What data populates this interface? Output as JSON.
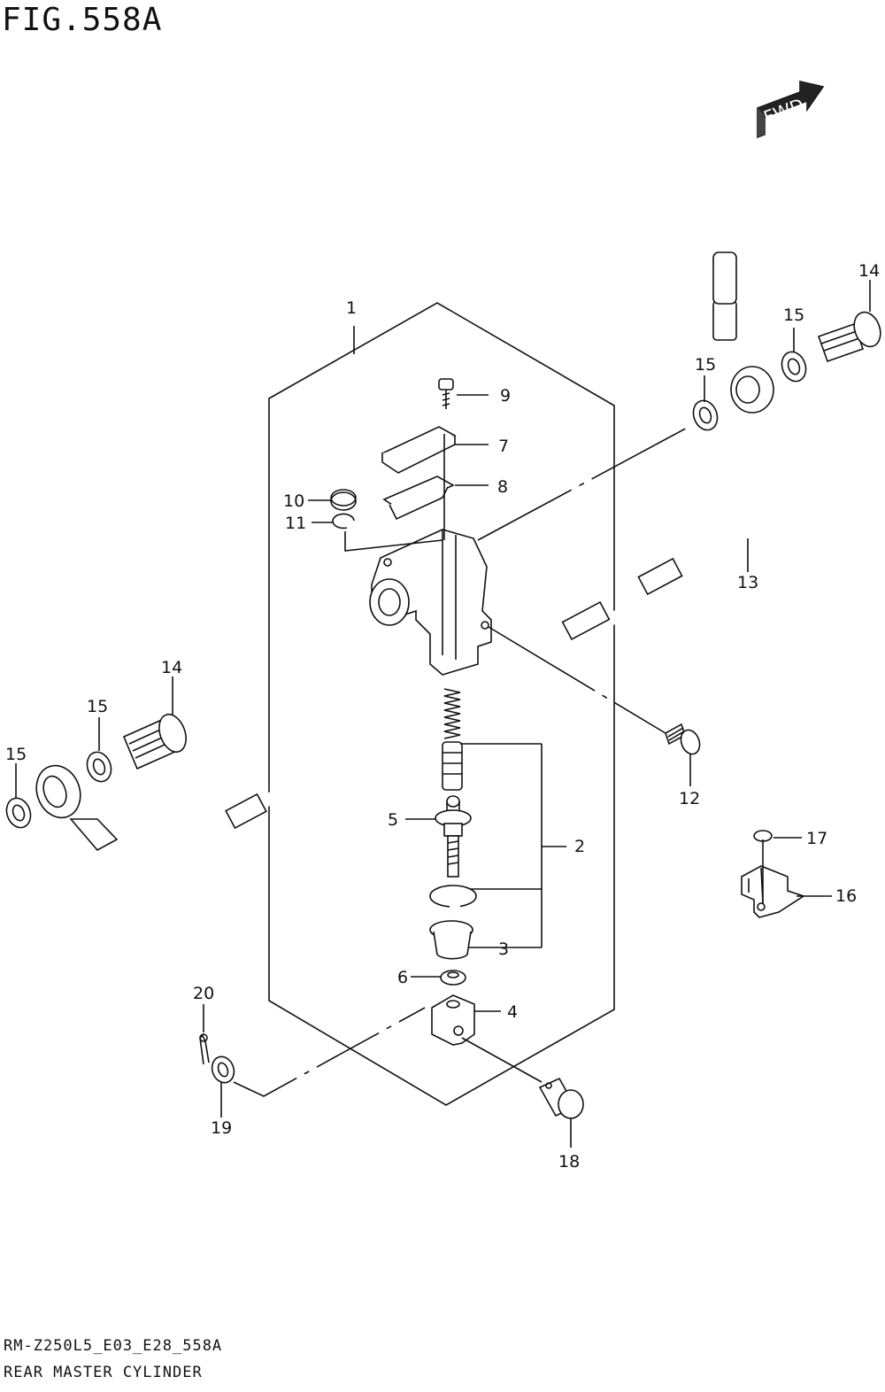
{
  "header": {
    "figure_title": "FIG.558A"
  },
  "fwd_badge": {
    "text": "FWD"
  },
  "footer": {
    "code": "RM-Z250L5_E03_E28_558A",
    "name": "REAR MASTER CYLINDER"
  },
  "callouts": [
    {
      "id": "1",
      "text": "1"
    },
    {
      "id": "2",
      "text": "2"
    },
    {
      "id": "3",
      "text": "3"
    },
    {
      "id": "4",
      "text": "4"
    },
    {
      "id": "5",
      "text": "5"
    },
    {
      "id": "6",
      "text": "6"
    },
    {
      "id": "7",
      "text": "7"
    },
    {
      "id": "8",
      "text": "8"
    },
    {
      "id": "9",
      "text": "9"
    },
    {
      "id": "10",
      "text": "10"
    },
    {
      "id": "11",
      "text": "11"
    },
    {
      "id": "12",
      "text": "12"
    },
    {
      "id": "13",
      "text": "13"
    },
    {
      "id": "14a",
      "text": "14"
    },
    {
      "id": "14b",
      "text": "14"
    },
    {
      "id": "15a",
      "text": "15"
    },
    {
      "id": "15b",
      "text": "15"
    },
    {
      "id": "15c",
      "text": "15"
    },
    {
      "id": "15d",
      "text": "15"
    },
    {
      "id": "16",
      "text": "16"
    },
    {
      "id": "17",
      "text": "17"
    },
    {
      "id": "18",
      "text": "18"
    },
    {
      "id": "19",
      "text": "19"
    },
    {
      "id": "20",
      "text": "20"
    }
  ]
}
